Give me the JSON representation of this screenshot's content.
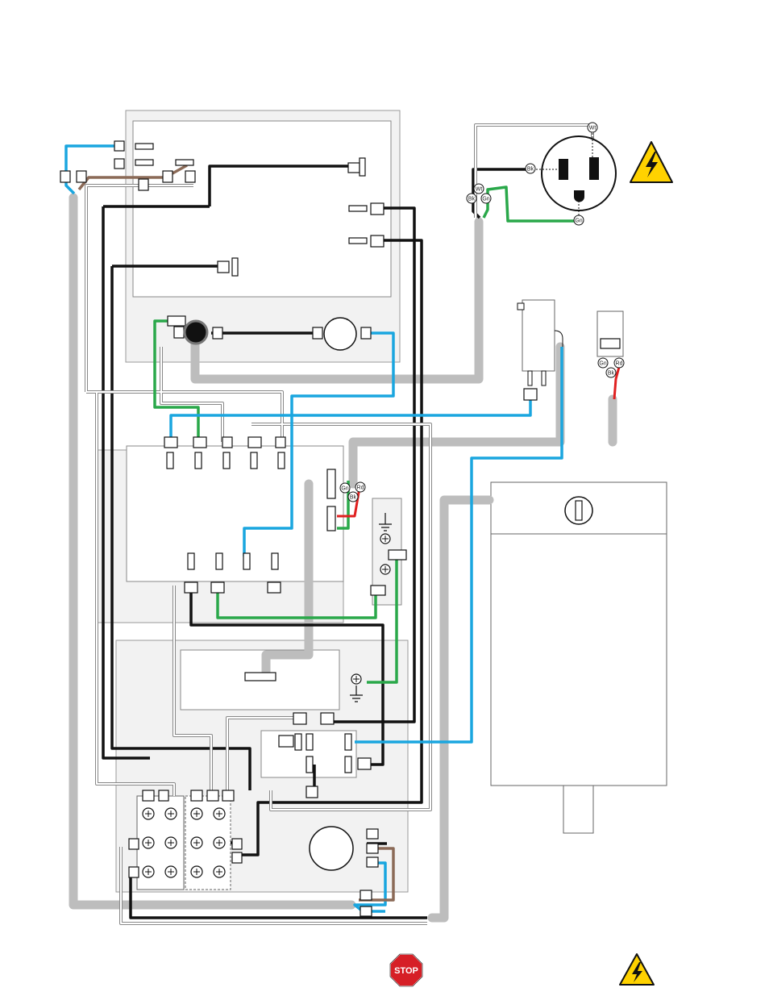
{
  "colors": {
    "black_wire": "#111111",
    "white_wire": "#ffffff",
    "green_wire": "#2aa84a",
    "blue_wire": "#1aa6df",
    "brown_wire": "#8b6a57",
    "red_wire": "#e02020",
    "cable": "#bdbdbd",
    "panel": "#f2f2f2",
    "warning_yellow": "#ffd200",
    "stop_red": "#d61f26"
  },
  "wire_tags": {
    "outlet_white": "Wt",
    "outlet_black": "Bk",
    "outlet_green": "Gn",
    "plug_white": "Wt",
    "plug_black": "Bk",
    "plug_green": "Gn",
    "switch_green": "Gn",
    "switch_red": "Rd",
    "switch_black": "Bk",
    "mid_green": "Gn",
    "mid_red": "Rd",
    "mid_black": "Bk"
  },
  "icons": {
    "warning_top": "high-voltage-warning-icon",
    "stop_sign": "stop-sign-icon",
    "warning_bottom": "high-voltage-warning-icon"
  },
  "stop_label": "STOP"
}
